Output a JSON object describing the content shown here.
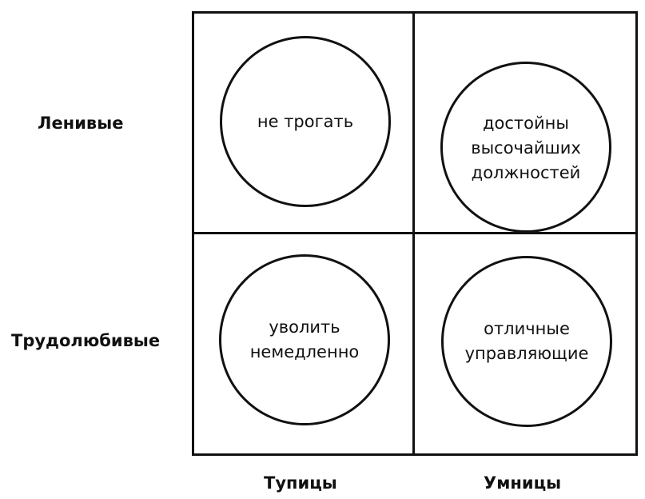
{
  "rows": {
    "top_label": "Ленивые",
    "bottom_label": "Трудолюбивые"
  },
  "columns": {
    "left_label": "Тупицы",
    "right_label": "Умницы"
  },
  "quadrants": {
    "lazy_dumb": "не трогать",
    "lazy_smart": "достойны\nвысочайших\nдолжностей",
    "hardworking_dumb": "уволить\nнемедленно",
    "hardworking_smart": "отличные\nуправляющие"
  }
}
